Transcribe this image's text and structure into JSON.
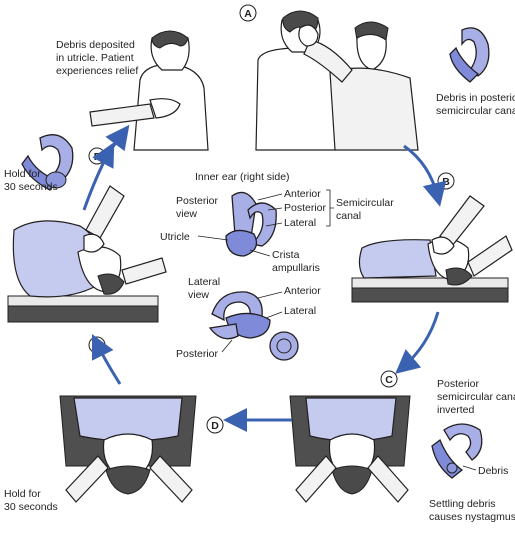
{
  "steps": {
    "a": "A",
    "b": "B",
    "c": "C",
    "d": "D",
    "e": "E",
    "f": "F"
  },
  "labels": {
    "relief_line1": "Debris deposited",
    "relief_line2": "in utricle. Patient",
    "relief_line3": "experiences relief",
    "debris_posterior_line1": "Debris in posterior",
    "debris_posterior_line2": "semicircular canal",
    "hold_f_line1": "Hold for",
    "hold_f_line2": "30 seconds",
    "hold_e_line1": "Hold for",
    "hold_e_line2": "30 seconds",
    "inner_ear_title": "Inner ear (right side)",
    "posterior_view_line1": "Posterior",
    "posterior_view_line2": "view",
    "utricle": "Utricle",
    "anterior": "Anterior",
    "posterior": "Posterior",
    "lateral": "Lateral",
    "semicircular_line1": "Semicircular",
    "semicircular_line2": "canal",
    "crista_line1": "Crista",
    "crista_line2": "ampullaris",
    "lateral_view_line1": "Lateral",
    "lateral_view_line2": "view",
    "anterior_lateral_view": "Anterior",
    "lateral_lateral_view": "Lateral",
    "posterior_lateral_view": "Posterior",
    "canal_inverted_line1": "Posterior",
    "canal_inverted_line2": "semicircular canal",
    "canal_inverted_line3": "inverted",
    "debris": "Debris",
    "settling_line1": "Settling debris",
    "settling_line2": "causes nystagmus"
  },
  "colors": {
    "arrow": "#3b62b0",
    "gown": "#c5cbee",
    "ear": "#a7afe6",
    "table": "#4f4f4f"
  }
}
